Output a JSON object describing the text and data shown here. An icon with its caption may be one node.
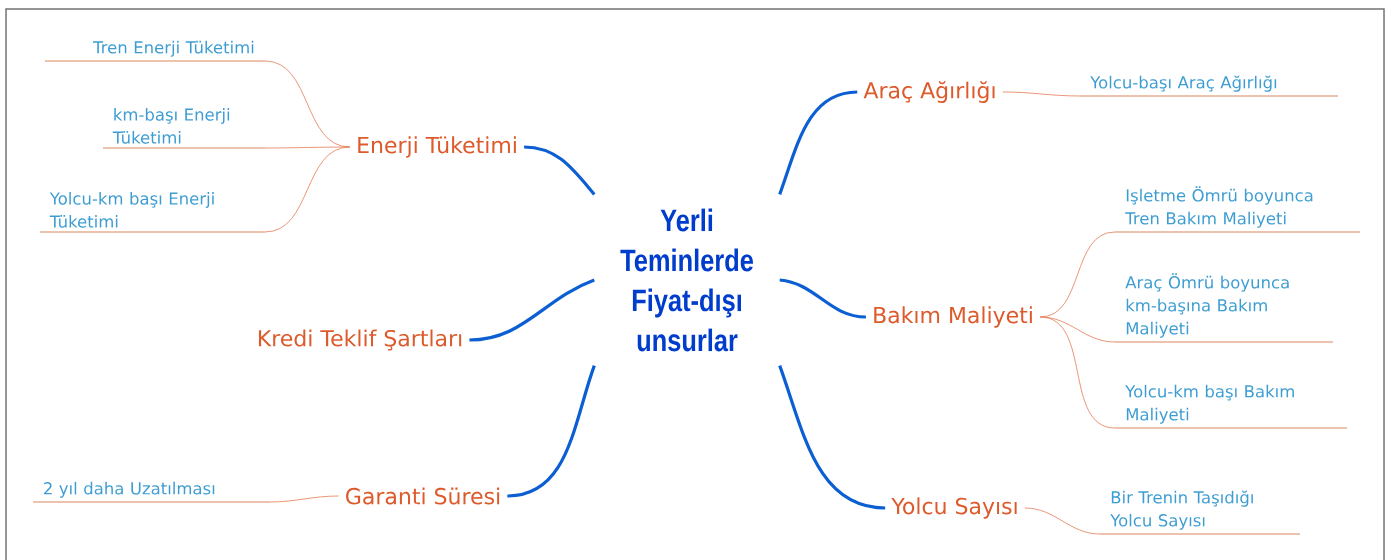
{
  "diagram": {
    "nodes": [
      {
        "text": [
          "Yerli Teminlerde Fiyat-dışı unsurlar"
        ]
      },
      {
        "text": [
          "Enerji Tüketimi"
        ]
      },
      {
        "text": [
          "Tren Enerji Tüketimi"
        ]
      },
      {
        "text": [
          "km-başı Enerji Tüketimi"
        ]
      },
      {
        "text": [
          "Yolcu-km başı Enerji Tüketimi"
        ]
      },
      {
        "text": [
          "Araç Ağırlığı"
        ]
      },
      {
        "text": [
          "Yolcu-başı Araç Ağırlığı"
        ]
      },
      {
        "text": [
          "Kredi Teklif Şartları"
        ]
      },
      {
        "text": [
          "Bakım Maliyeti"
        ]
      },
      {
        "text": [
          "Işletme Ömrü boyunca Tren Bakım Maliyeti"
        ]
      },
      {
        "text": [
          "Araç Ömrü boyunca km-başına Bakım Maliyeti"
        ]
      },
      {
        "text": [
          "Yolcu-km başı Bakım Maliyeti"
        ]
      },
      {
        "text": [
          "Garanti Süresi"
        ]
      },
      {
        "text": [
          "2 yıl daha Uzatılması"
        ]
      },
      {
        "text": [
          "Yolcu Sayısı"
        ]
      },
      {
        "text": [
          "Bir Trenin Taşıdığı Yolcu Sayısı"
        ]
      }
    ],
    "edges": [
      {
        "from": 0,
        "to": 1,
        "arrow": "none",
        "style": "thick",
        "color": "#0b5fd2"
      },
      {
        "from": 0,
        "to": 5,
        "arrow": "none",
        "style": "thick",
        "color": "#0b5fd2"
      },
      {
        "from": 0,
        "to": 7,
        "arrow": "none",
        "style": "thick",
        "color": "#0b5fd2"
      },
      {
        "from": 0,
        "to": 8,
        "arrow": "none",
        "style": "thick",
        "color": "#0b5fd2"
      },
      {
        "from": 0,
        "to": 12,
        "arrow": "none",
        "style": "thick",
        "color": "#0b5fd2"
      },
      {
        "from": 0,
        "to": 14,
        "arrow": "none",
        "style": "thick",
        "color": "#0b5fd2"
      },
      {
        "from": 1,
        "to": 2,
        "arrow": "none"
      },
      {
        "from": 1,
        "to": 3,
        "arrow": "none"
      },
      {
        "from": 1,
        "to": 4,
        "arrow": "none"
      },
      {
        "from": 5,
        "to": 6,
        "arrow": "none"
      },
      {
        "from": 8,
        "to": 9,
        "arrow": "none"
      },
      {
        "from": 8,
        "to": 10,
        "arrow": "none"
      },
      {
        "from": 8,
        "to": 11,
        "arrow": "none"
      },
      {
        "from": 12,
        "to": 13,
        "arrow": "none"
      },
      {
        "from": 14,
        "to": 15,
        "arrow": "none"
      }
    ]
  }
}
